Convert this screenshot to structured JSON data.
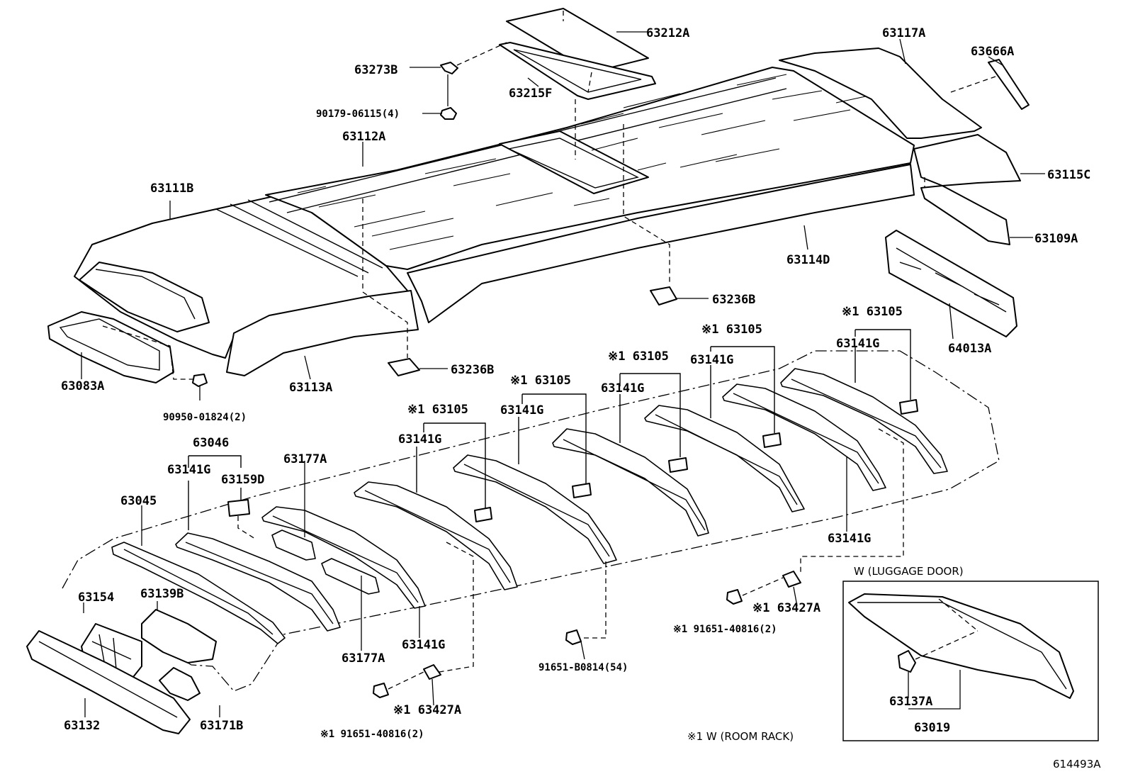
{
  "labels": {
    "p63212A": "63212A",
    "p63273B": "63273B",
    "p63215F": "63215F",
    "p90179": "90179-06115(4)",
    "p63117A": "63117A",
    "p63666A": "63666A",
    "p63112A": "63112A",
    "p63111B": "63111B",
    "p63115C": "63115C",
    "p63109A": "63109A",
    "p63114D": "63114D",
    "p63236B_r": "63236B",
    "p63236B_l": "63236B",
    "p64013A": "64013A",
    "p63083A": "63083A",
    "p63113A": "63113A",
    "p90950": "90950-01824(2)",
    "p63105_1": "※1 63105",
    "p63105_2": "※1 63105",
    "p63105_3": "※1 63105",
    "p63105_4": "※1 63105",
    "p63105_5": "※1 63105",
    "p63141G_a": "63141G",
    "p63141G_b": "63141G",
    "p63141G_c": "63141G",
    "p63141G_d": "63141G",
    "p63141G_e": "63141G",
    "p63141G_f": "63141G",
    "p63141G_g": "63141G",
    "p63141G_h": "63141G",
    "p63046": "63046",
    "p63159D": "63159D",
    "p63177A_t": "63177A",
    "p63177A_b": "63177A",
    "p63045": "63045",
    "p63154": "63154",
    "p63139B": "63139B",
    "p63132": "63132",
    "p63171B": "63171B",
    "p63427A_l": "※1 63427A",
    "p63427A_r": "※1 63427A",
    "p91651_l": "※1 91651-40816(2)",
    "p91651_r": "※1 91651-40816(2)",
    "p91651B": "91651-B0814(54)",
    "p63137A": "63137A",
    "p63019": "63019"
  },
  "inset": {
    "title": "W (LUGGAGE DOOR)"
  },
  "footnote": "※1 W (ROOM RACK)",
  "figure_id": "614493A"
}
